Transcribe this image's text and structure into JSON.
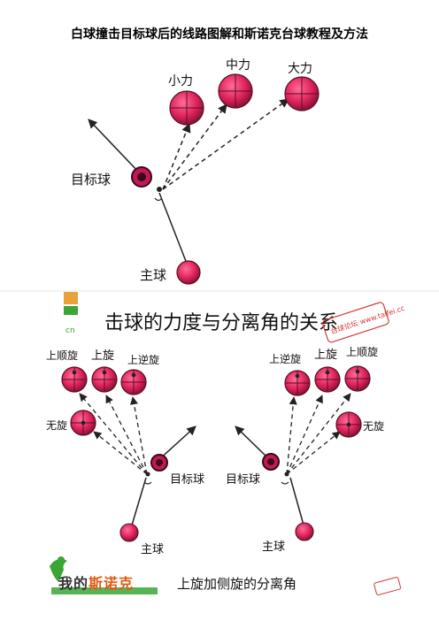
{
  "page_title": "白球撞击目标球后的线路图解和斯诺克台球教程及方法",
  "top_diagram": {
    "labels": {
      "small": "小力",
      "medium": "中力",
      "large": "大力",
      "target": "目标球",
      "cue": "主球"
    }
  },
  "section_title": "击球的力度与分离角的关系",
  "watermark_text": "台球论坛 www.taifei.cc",
  "left_diagram": {
    "labels": {
      "top_follow": "上顺旋",
      "top": "上旋",
      "top_reverse": "上逆旋",
      "none": "无旋",
      "target": "目标球",
      "cue": "主球"
    }
  },
  "right_diagram": {
    "labels": {
      "top_reverse": "上逆旋",
      "top": "上旋",
      "top_follow": "上顺旋",
      "none": "无旋",
      "target": "目标球",
      "cue": "主球"
    }
  },
  "bottom_caption": "上旋加侧旋的分离角",
  "logo": {
    "text_wo": "我的",
    "text_brand": "斯诺克"
  },
  "colors": {
    "ball": "#e0245e",
    "ball_dark": "#5a0f22",
    "target_ring": "#c2185b",
    "arrow": "#2b2b2b",
    "logo_green": "#3aa635",
    "logo_orange": "#e05a10"
  }
}
